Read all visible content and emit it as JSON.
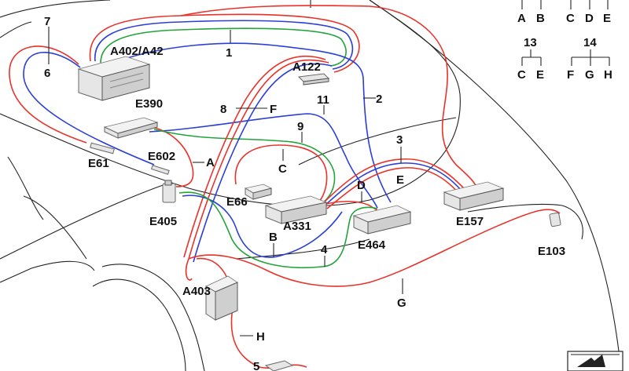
{
  "labels": {
    "n7": "7",
    "n6": "6",
    "a402": "A402/A42",
    "n1": "1",
    "a122": "A122",
    "n2": "2",
    "e390": "E390",
    "n8": "8",
    "F": "F",
    "n11": "11",
    "n9": "9",
    "n3": "3",
    "E": "E",
    "e602": "E602",
    "A": "A",
    "e61": "E61",
    "C": "C",
    "D": "D",
    "e66": "E66",
    "e157": "E157",
    "e405": "E405",
    "a331": "A331",
    "e464": "E464",
    "B": "B",
    "n4": "4",
    "e103": "E103",
    "a403": "A403",
    "G": "G",
    "H": "H",
    "n5": "5"
  },
  "legend": {
    "row1": [
      "A",
      "B",
      "C",
      "D",
      "E"
    ],
    "n13": "13",
    "n13_children": [
      "C",
      "E"
    ],
    "n14": "14",
    "n14_children": [
      "F",
      "G",
      "H"
    ]
  },
  "colors": {
    "wire_red": "#e8322a",
    "wire_blue": "#2b3fd6",
    "wire_green": "#23a43a",
    "outline": "#222222"
  },
  "icons": {
    "corner_icon": "arrow-nav-icon"
  }
}
